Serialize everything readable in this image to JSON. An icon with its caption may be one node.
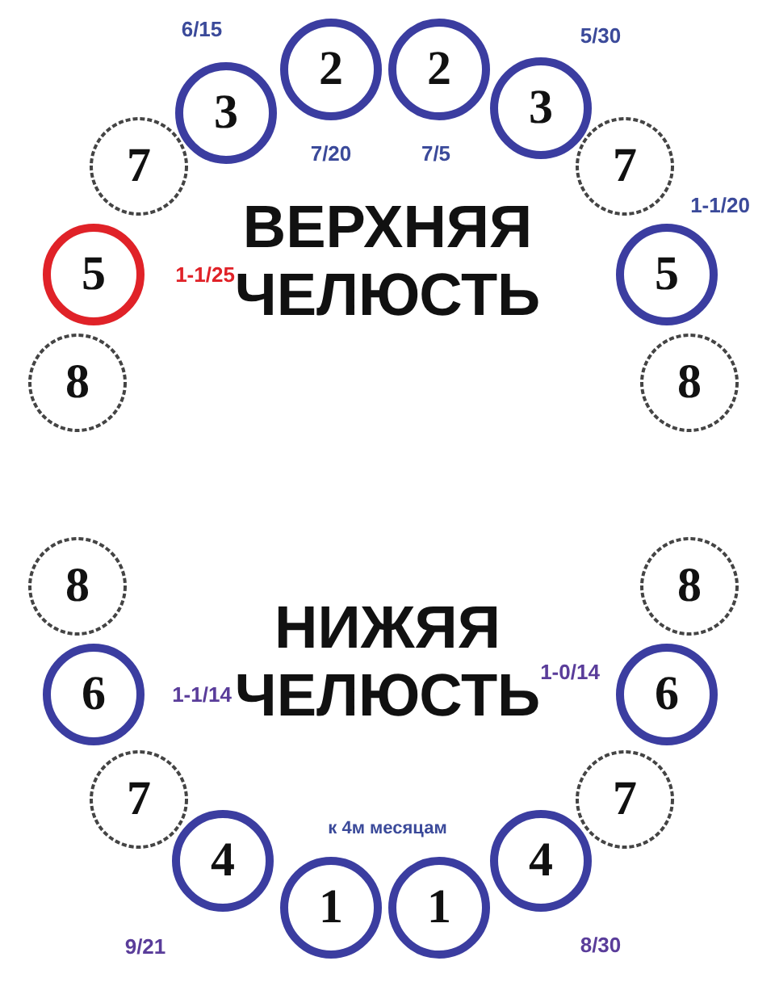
{
  "diagram": {
    "nodes": [
      {
        "text": [
          "2"
        ],
        "beside": [
          "7/20"
        ]
      },
      {
        "text": [
          "2"
        ],
        "beside": [
          "7/5"
        ]
      },
      {
        "text": [
          "3"
        ],
        "beside": [
          "6/15"
        ]
      },
      {
        "text": [
          "3"
        ],
        "beside": [
          "5/30"
        ]
      },
      {
        "text": [
          "7"
        ]
      },
      {
        "text": [
          "7"
        ]
      },
      {
        "text": [
          "5"
        ],
        "beside": [
          "1-1/25"
        ]
      },
      {
        "text": [
          "5"
        ],
        "beside": [
          "1-1/20"
        ]
      },
      {
        "text": [
          "8"
        ]
      },
      {
        "text": [
          "8"
        ]
      },
      {
        "text": [
          "8"
        ]
      },
      {
        "text": [
          "8"
        ]
      },
      {
        "text": [
          "6"
        ],
        "beside": [
          "1-1/14"
        ]
      },
      {
        "text": [
          "6"
        ],
        "beside": [
          "1-0/14"
        ]
      },
      {
        "text": [
          "7"
        ]
      },
      {
        "text": [
          "7"
        ]
      },
      {
        "text": [
          "4"
        ],
        "beside": [
          "9/21"
        ]
      },
      {
        "text": [
          "4"
        ],
        "beside": [
          "8/30"
        ]
      },
      {
        "text": [
          "1"
        ]
      },
      {
        "text": [
          "1"
        ]
      }
    ],
    "edges": [],
    "labels": [
      "ВЕРХНЯЯ ЧЕЛЮСТЬ",
      "НИЖЯЯ ЧЕЛЮСТЬ",
      "к 4м месяцам"
    ]
  }
}
